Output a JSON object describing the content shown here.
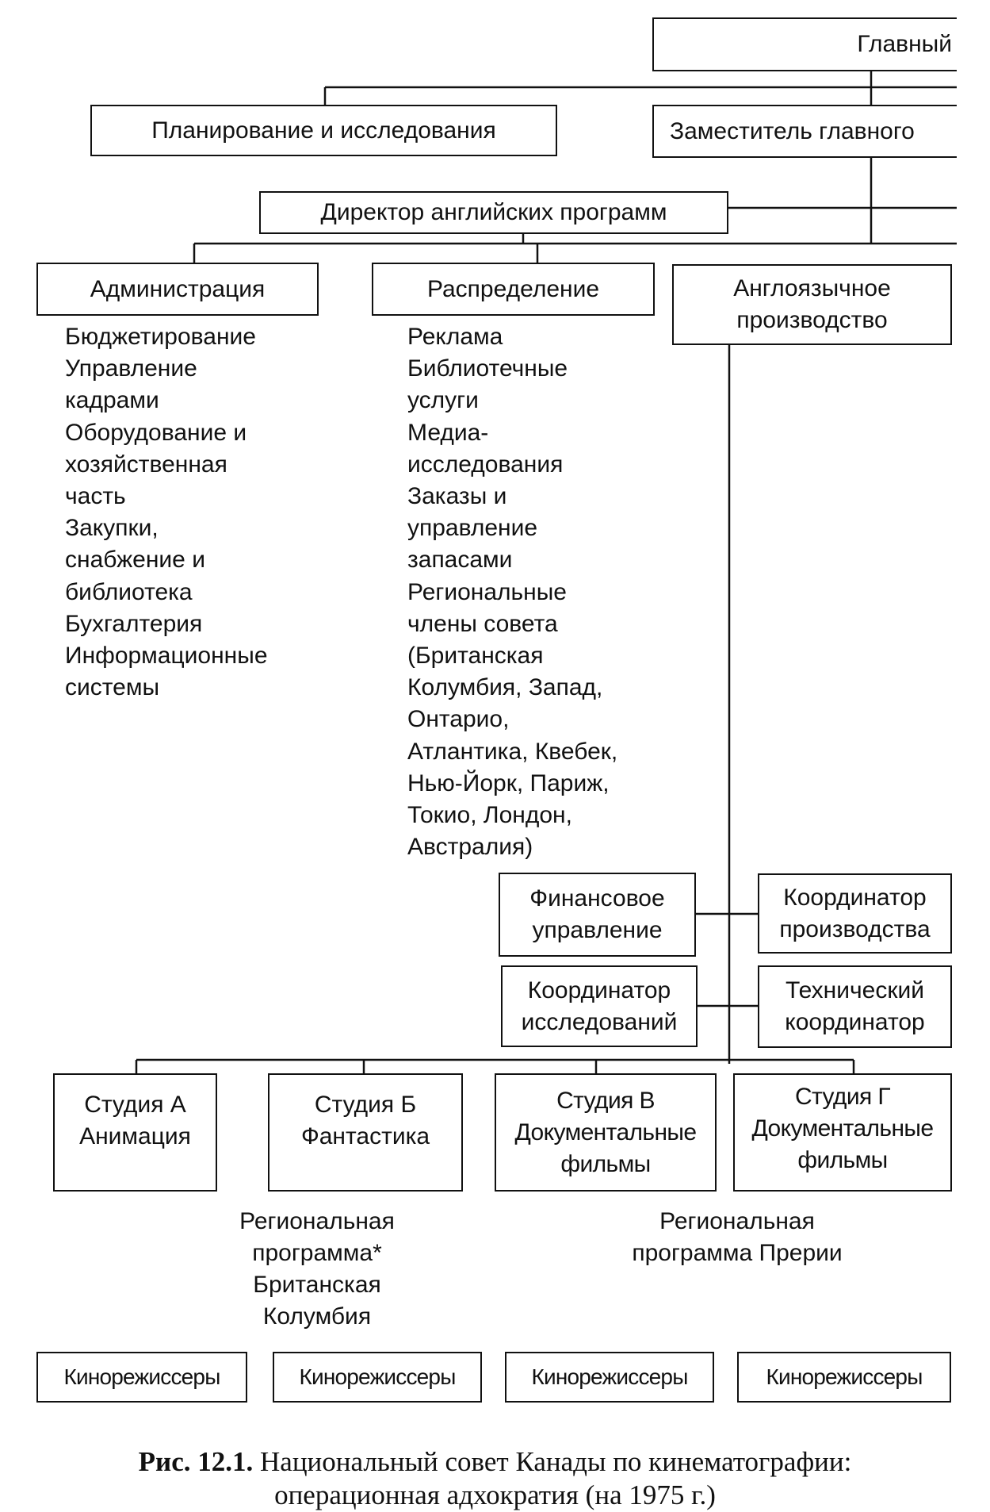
{
  "org_chart": {
    "head": {
      "label": "Главный"
    },
    "planning": {
      "label": "Планирование и исследования"
    },
    "deputy": {
      "label": "Заместитель главного"
    },
    "director": {
      "label": "Директор английских программ"
    },
    "administration": {
      "label": "Администрация",
      "items": [
        "Бюджетирование",
        "Управление",
        "кадрами",
        "Оборудование и",
        "хозяйственная",
        "часть",
        "Закупки,",
        "снабжение и",
        "библиотека",
        "Бухгалтерия",
        "Информационные",
        "системы"
      ]
    },
    "distribution": {
      "label": "Распределение",
      "items": [
        "Реклама",
        "Библиотечные",
        "услуги",
        "Медиа-",
        "исследования",
        "Заказы и",
        "управление",
        "запасами",
        "Региональные",
        "члены совета",
        "(Британская",
        "Колумбия, Запад,",
        "Онтарио,",
        "Атлантика, Квебек,",
        "Нью-Йорк, Париж,",
        "Токио, Лондон,",
        "Австралия)"
      ]
    },
    "english_production": {
      "line1": "Англоязычное",
      "line2": "производство"
    },
    "finance": {
      "line1": "Финансовое",
      "line2": "управление"
    },
    "production_coordinator": {
      "line1": "Координатор",
      "line2": "производства"
    },
    "research_coordinator": {
      "line1": "Координатор",
      "line2": "исследований"
    },
    "technical_coordinator": {
      "line1": "Технический",
      "line2": "координатор"
    },
    "studios": [
      {
        "lines": [
          "Студия А",
          "Анимация"
        ]
      },
      {
        "lines": [
          "Студия Б",
          "Фантастика"
        ]
      },
      {
        "lines": [
          "Студия В",
          "Документальные",
          "фильмы"
        ]
      },
      {
        "lines": [
          "Студия Г",
          "Документальные",
          "фильмы"
        ]
      }
    ],
    "regional_bc": {
      "lines": [
        "Региональная",
        "программа*",
        "Британская",
        "Колумбия"
      ]
    },
    "regional_prairie": {
      "lines": [
        "Региональная",
        "программа Прерии"
      ]
    },
    "directors": [
      "Кинорежиссеры",
      "Кинорежиссеры",
      "Кинорежиссеры",
      "Кинорежиссеры"
    ]
  },
  "caption": {
    "number": "Рис. 12.1.",
    "line1": "Национальный совет Канады по кинематографии:",
    "line2": "операционная адхократия (на 1975 г.)"
  },
  "colors": {
    "ink": "#111111",
    "paper": "#ffffff"
  }
}
